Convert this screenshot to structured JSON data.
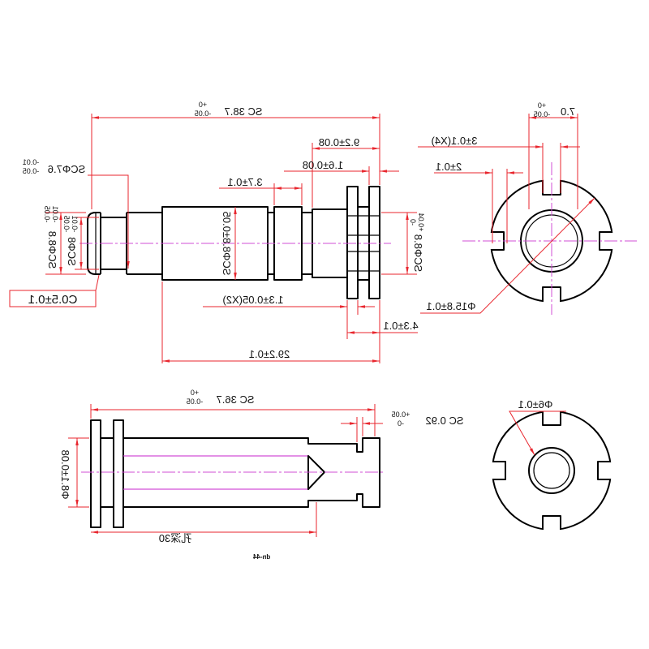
{
  "colors": {
    "background": "#ffffff",
    "outline": "#000000",
    "dimension": "#e8262e",
    "centerline": "#d24fd6",
    "text": "#111111"
  },
  "side_view": {
    "overall_length": {
      "main": "SC 38.7",
      "upper_tol": "+0",
      "lower_tol": "-0.05"
    },
    "flange_span": "9.2±0.08",
    "flange_thickness": "1.6±0.08",
    "collar_width": "3.7±0.1",
    "groove_diameter": {
      "main": "SCΦ7.6",
      "upper_tol": "-0.01",
      "lower_tol": "-0.05"
    },
    "end_diameter": {
      "main": "SCΦ8.8",
      "upper_tol": "-0.01",
      "lower_tol": "-0.05"
    },
    "neck_diameter": {
      "main": "SCΦ8",
      "upper_tol": "-0.01",
      "lower_tol": "-0.05"
    },
    "body_diameter": "SCΦ8.8±0.05",
    "collar_diameter": {
      "main": "SCΦ8.8",
      "upper_tol": "+0.04",
      "lower_tol": "-0"
    },
    "chamfer": "C0.5±0.1",
    "flange_width": "1.3±0.05(X2)",
    "flange_pair": "4.3±0.1",
    "body_length": "29.2±0.1"
  },
  "end_view": {
    "slot_span": {
      "main": "7.0",
      "upper_tol": "+0",
      "lower_tol": "-0.05"
    },
    "slot_width": "3±0.1(X4)",
    "slot_depth": "2±0.1",
    "outer_diameter": "Φ15.8±0.1"
  },
  "section_view": {
    "overall_length": {
      "main": "SC 36.7",
      "upper_tol": "+0",
      "lower_tol": "-0.05"
    },
    "step_length": {
      "main": "SC 0.92",
      "upper_tol": "+0.05",
      "lower_tol": "-0"
    },
    "bore_diameter": "Φ8.1±0.08",
    "bore_depth": "孔深30"
  },
  "section_end_view": {
    "hole_diameter": "Φ6±0.1"
  },
  "caption": "dn-44"
}
